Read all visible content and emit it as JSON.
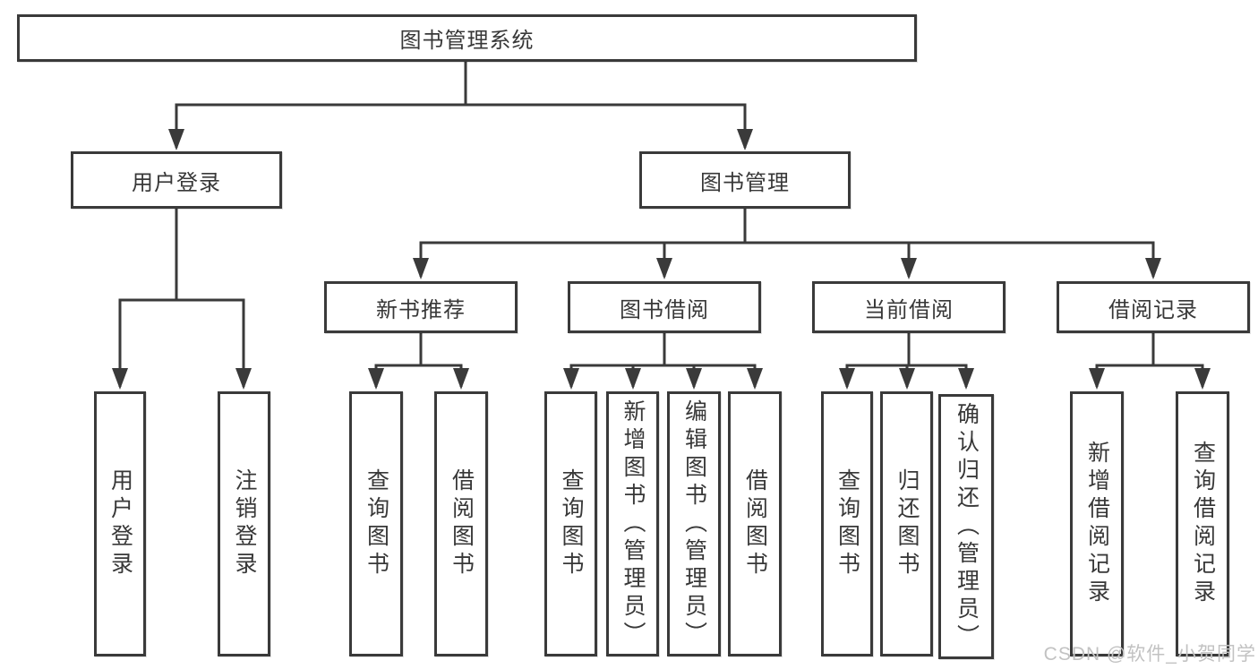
{
  "diagram": {
    "root": {
      "label": "图书管理系统"
    },
    "branches": [
      {
        "label": "用户登录",
        "children": [
          "用户登录",
          "注销登录"
        ]
      },
      {
        "label": "图书管理",
        "children": [
          {
            "label": "新书推荐",
            "children": [
              "查询图书",
              "借阅图书"
            ]
          },
          {
            "label": "图书借阅",
            "children": [
              "查询图书",
              "新增图书（管理员）",
              "编辑图书（管理员）",
              "借阅图书"
            ]
          },
          {
            "label": "当前借阅",
            "children": [
              "查询图书",
              "归还图书",
              "确认归还（管理员）"
            ]
          },
          {
            "label": "借阅记录",
            "children": [
              "新增借阅记录",
              "查询借阅记录"
            ]
          }
        ]
      }
    ]
  },
  "colors": {
    "line": "#3a3a3a",
    "text": "#383838",
    "watermark": "#c2c2c2",
    "background": "#ffffff"
  },
  "watermark": "CSDN @软件_小贺同学"
}
